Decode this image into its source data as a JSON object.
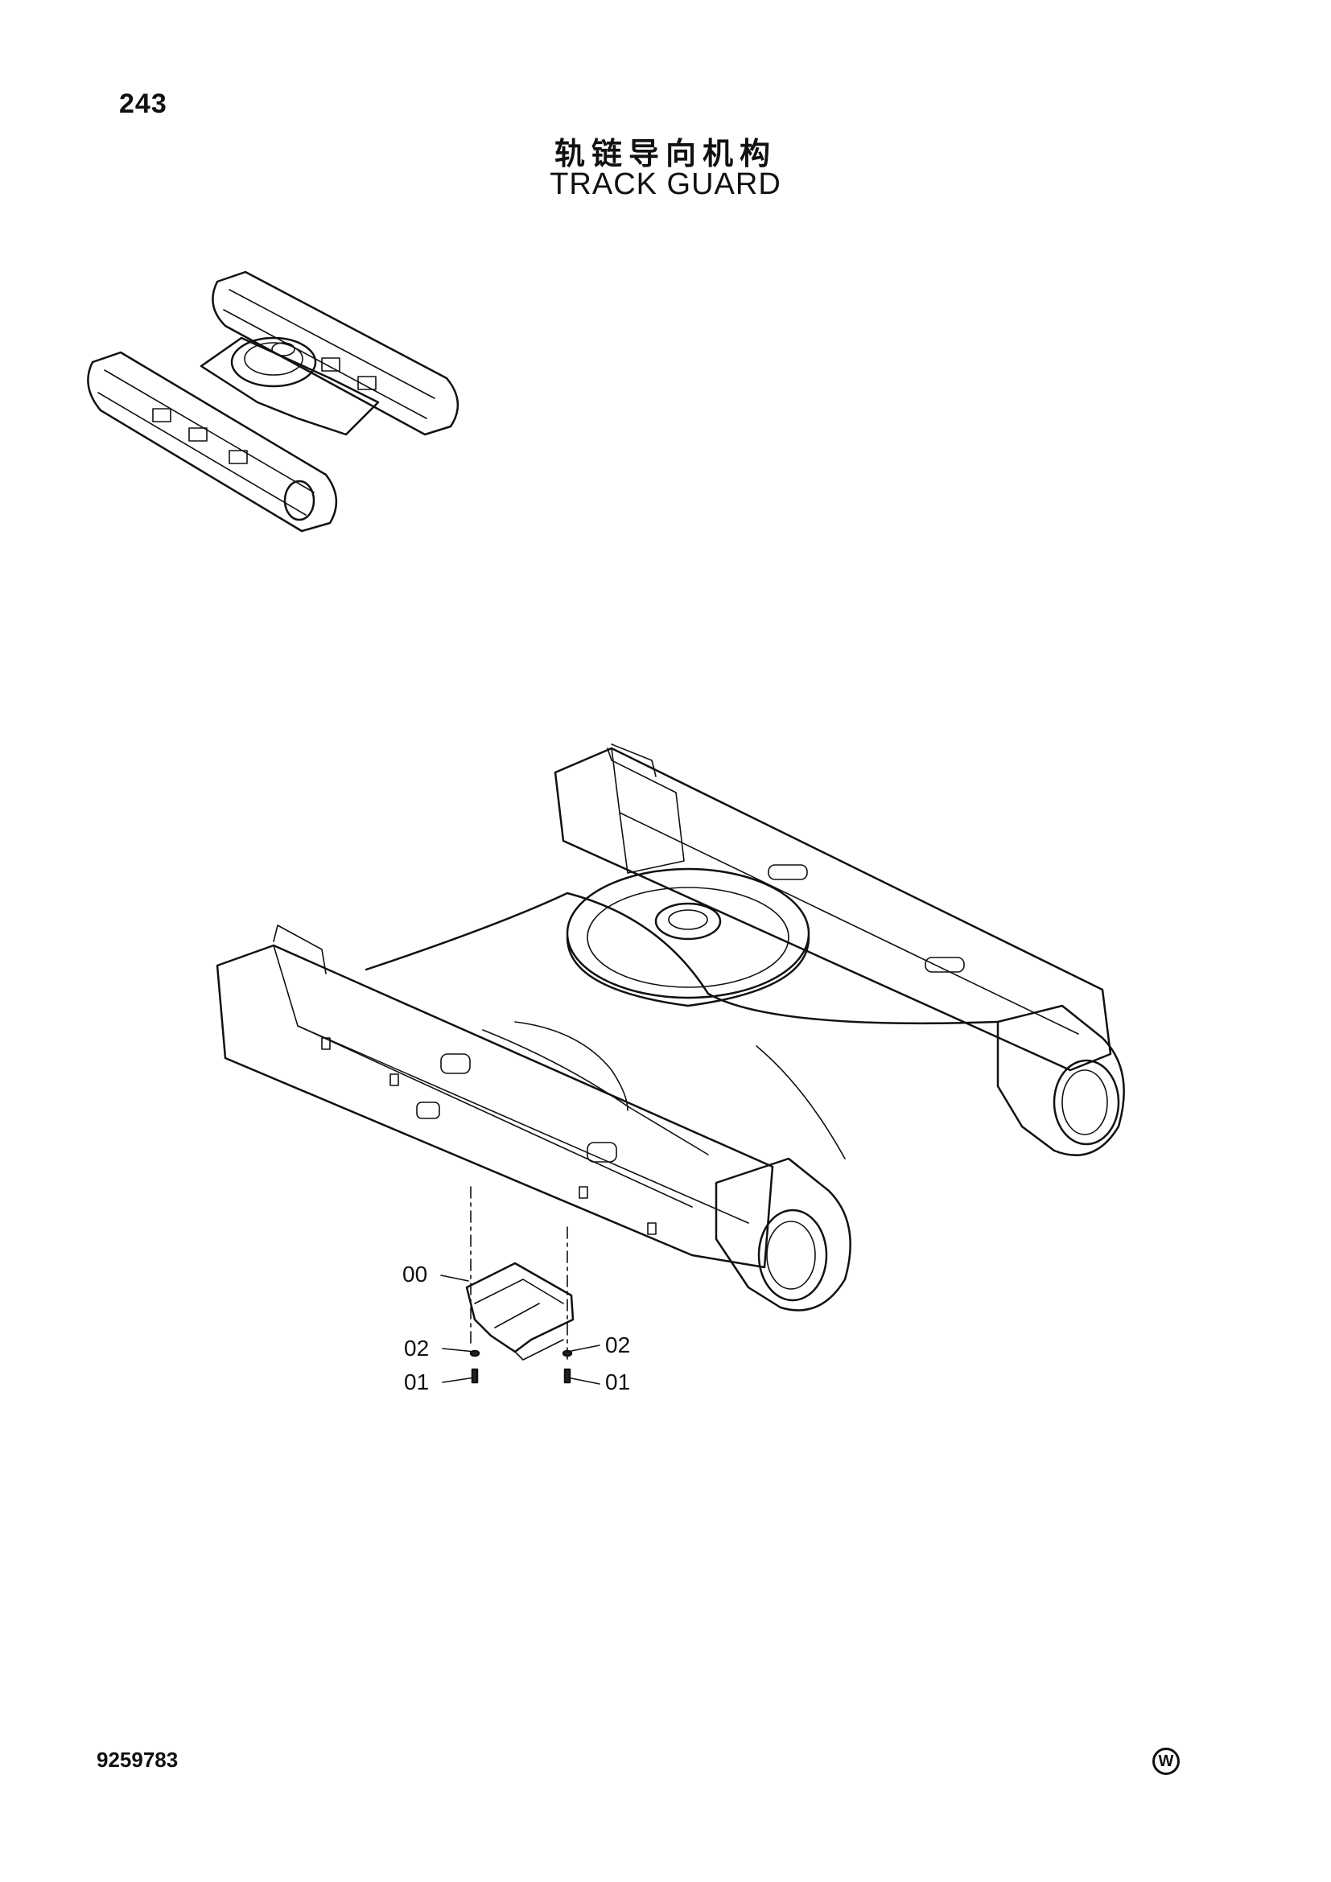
{
  "header": {
    "page_number": "243",
    "title_zh": "轨链导向机构",
    "title_en": "TRACK GUARD"
  },
  "callouts": {
    "part_00": "00",
    "part_02_left": "02",
    "part_01_left": "01",
    "part_02_right": "02",
    "part_01_right": "01"
  },
  "footer": {
    "document_number": "9259783",
    "publisher_mark": "W"
  },
  "illustrations": {
    "overview": "undercarriage-overview-illustration",
    "main": "track-frame-exploded-illustration"
  }
}
